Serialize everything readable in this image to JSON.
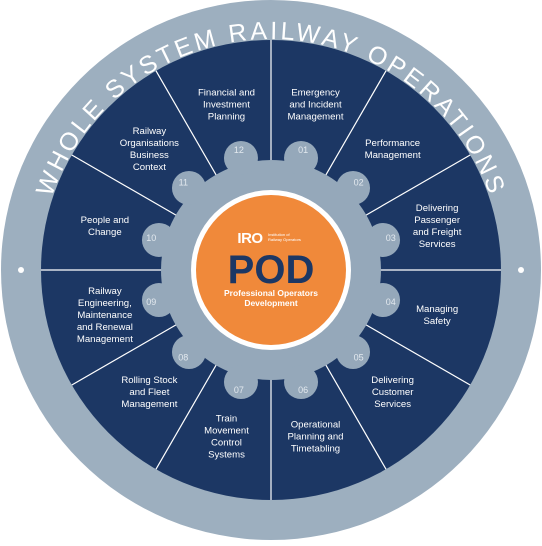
{
  "outer_ring_text": "WHOLE SYSTEM RAILWAY OPERATIONS",
  "center": {
    "logo_text": "IRO",
    "logo_subtext": [
      "Institution of",
      "Railway Operators"
    ],
    "title": "POD",
    "subtitle_lines": [
      "Professional Operators",
      "Development"
    ]
  },
  "segments": [
    {
      "num": "01",
      "lines": [
        "Emergency",
        "and Incident",
        "Management"
      ]
    },
    {
      "num": "02",
      "lines": [
        "Performance",
        "Management"
      ]
    },
    {
      "num": "03",
      "lines": [
        "Delivering",
        "Passenger",
        "and Freight",
        "Services"
      ]
    },
    {
      "num": "04",
      "lines": [
        "Managing",
        "Safety"
      ]
    },
    {
      "num": "05",
      "lines": [
        "Delivering",
        "Customer",
        "Services"
      ]
    },
    {
      "num": "06",
      "lines": [
        "Operational",
        "Planning and",
        "Timetabling"
      ]
    },
    {
      "num": "07",
      "lines": [
        "Train",
        "Movement",
        "Control",
        "Systems"
      ]
    },
    {
      "num": "08",
      "lines": [
        "Rolling Stock",
        "and Fleet",
        "Management"
      ]
    },
    {
      "num": "09",
      "lines": [
        "Railway",
        "Engineering,",
        "Maintenance",
        "and Renewal",
        "Management"
      ]
    },
    {
      "num": "10",
      "lines": [
        "People and",
        "Change"
      ]
    },
    {
      "num": "11",
      "lines": [
        "Railway",
        "Organisations",
        "Business",
        "Context"
      ]
    },
    {
      "num": "12",
      "lines": [
        "Financial and",
        "Investment",
        "Planning"
      ]
    }
  ],
  "colors": {
    "outer_ring": "#9dafbf",
    "segment_fill": "#1c3764",
    "segment_divider": "#ffffff",
    "gear": "#95a8ba",
    "center_fill": "#f0893a",
    "pod_text": "#1c3764"
  }
}
